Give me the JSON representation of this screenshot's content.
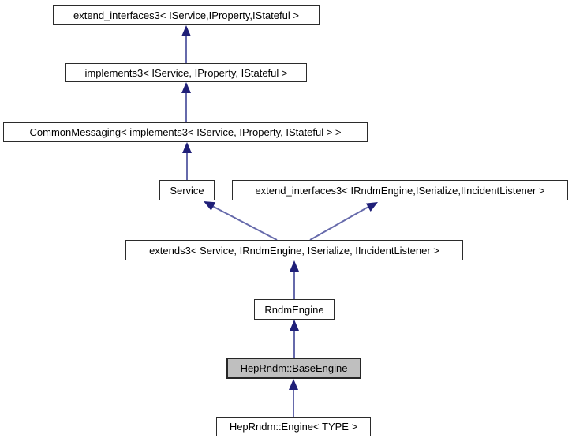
{
  "diagram": {
    "type": "class-inheritance-graph",
    "nodes": [
      {
        "id": "extend_interfaces3_iservice",
        "label": "extend_interfaces3< IService,IProperty,IStateful >",
        "highlighted": false
      },
      {
        "id": "implements3",
        "label": "implements3< IService, IProperty, IStateful >",
        "highlighted": false
      },
      {
        "id": "common_messaging",
        "label": "CommonMessaging< implements3< IService, IProperty, IStateful > >",
        "highlighted": false
      },
      {
        "id": "service",
        "label": "Service",
        "highlighted": false
      },
      {
        "id": "extend_interfaces3_irndmengine",
        "label": "extend_interfaces3< IRndmEngine,ISerialize,IIncidentListener >",
        "highlighted": false
      },
      {
        "id": "extends3",
        "label": "extends3< Service, IRndmEngine, ISerialize, IIncidentListener >",
        "highlighted": false
      },
      {
        "id": "rndm_engine",
        "label": "RndmEngine",
        "highlighted": false
      },
      {
        "id": "heprndm_base_engine",
        "label": "HepRndm::BaseEngine",
        "highlighted": true
      },
      {
        "id": "heprndm_engine_type",
        "label": "HepRndm::Engine< TYPE >",
        "highlighted": false
      }
    ],
    "edges": [
      {
        "from": "implements3",
        "to": "extend_interfaces3_iservice"
      },
      {
        "from": "common_messaging",
        "to": "implements3"
      },
      {
        "from": "service",
        "to": "common_messaging"
      },
      {
        "from": "extends3",
        "to": "service"
      },
      {
        "from": "extends3",
        "to": "extend_interfaces3_irndmengine"
      },
      {
        "from": "rndm_engine",
        "to": "extends3"
      },
      {
        "from": "heprndm_base_engine",
        "to": "rndm_engine"
      },
      {
        "from": "heprndm_engine_type",
        "to": "heprndm_base_engine"
      }
    ],
    "colors": {
      "background": "#ffffff",
      "node_fill": "#ffffff",
      "node_border": "#2b2b2b",
      "highlight_fill": "#bfbfbf",
      "highlight_border": "#262626",
      "arrow_shaft": "#666aab",
      "arrow_head": "#1f1f78",
      "text": "#000000"
    }
  }
}
